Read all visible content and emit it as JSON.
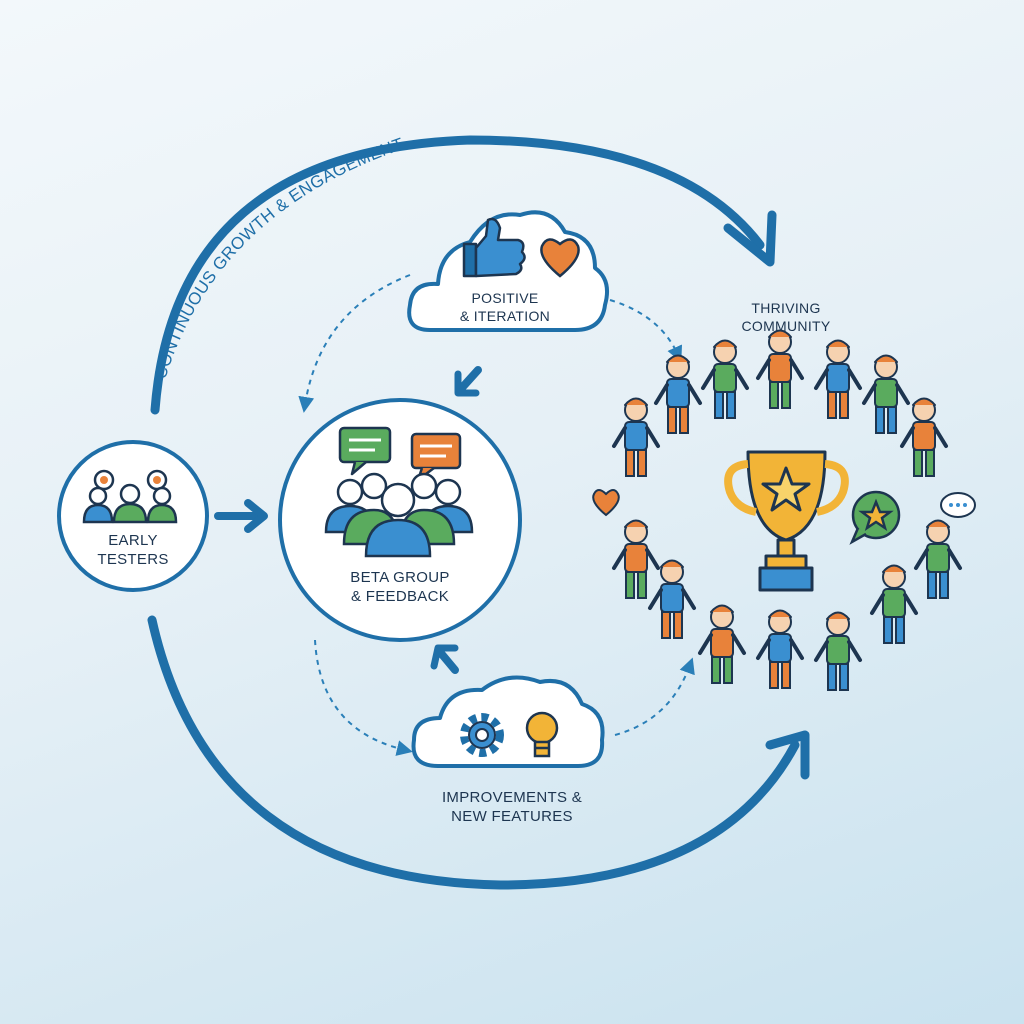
{
  "diagram": {
    "arc_label": "CONTINUOUS GROWTH & ENGAGEMENT",
    "nodes": {
      "early_testers": {
        "line1": "EARLY",
        "line2": "TESTERS"
      },
      "beta_group": {
        "line1": "BETA GROUP",
        "line2": "& FEEDBACK"
      },
      "positive": {
        "line1": "POSITIVE",
        "line2": "& ITERATION"
      },
      "improvements": {
        "line1": "IMPROVEMENTS &",
        "line2": "NEW FEATURES"
      },
      "community": {
        "line1": "THRIVING",
        "line2": "COMMUNITY"
      }
    }
  },
  "colors": {
    "primary_blue": "#1f6fa8",
    "accent_blue": "#3a8fd0",
    "green": "#5aab5e",
    "orange": "#e8823a",
    "gold": "#f2b437",
    "heart": "#e8823a"
  },
  "icons": [
    "thumbs-up-icon",
    "heart-icon",
    "speech-bubble-icon",
    "gear-icon",
    "lightbulb-icon",
    "trophy-icon",
    "star-icon",
    "people-icon"
  ]
}
